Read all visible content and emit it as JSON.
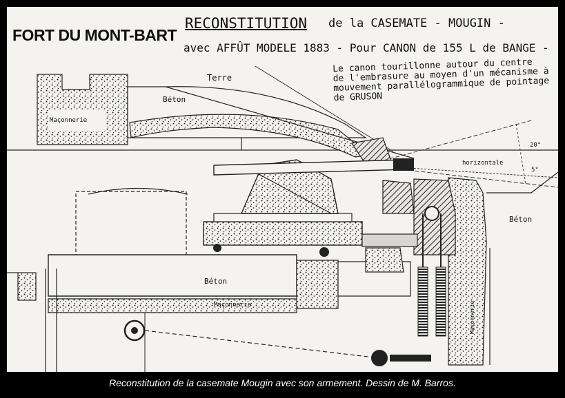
{
  "title": {
    "fort": "FORT DU MONT-BART",
    "reconstitution": "RECONSTITUTION",
    "rest_line1": "de la CASEMATE - MOUGIN -",
    "line2": "avec AFFÛT MODELE 1883 - Pour CANON de 155 L de BANGE -"
  },
  "note": {
    "lines": [
      "Le canon tourillonne autour du centre",
      "de l'embrasure au moyen d'un mécanisme à",
      "mouvement parallélogrammique de pointage",
      "de GRUSON"
    ]
  },
  "labels": {
    "terre": "Terre",
    "beton_top": "Béton",
    "maconnerie_left": "Maçonnerie",
    "beton_right": "Béton",
    "beton_bottom": "Béton",
    "maconnerie_bottom": "Maçonnerie",
    "maconnerie_right": "Maçonnerie",
    "horizontale": "horizontale",
    "angle_up": "20°",
    "angle_down": "5°"
  },
  "caption": "Reconstitution de la casemate Mougin avec son armement. Dessin de M. Barros."
}
